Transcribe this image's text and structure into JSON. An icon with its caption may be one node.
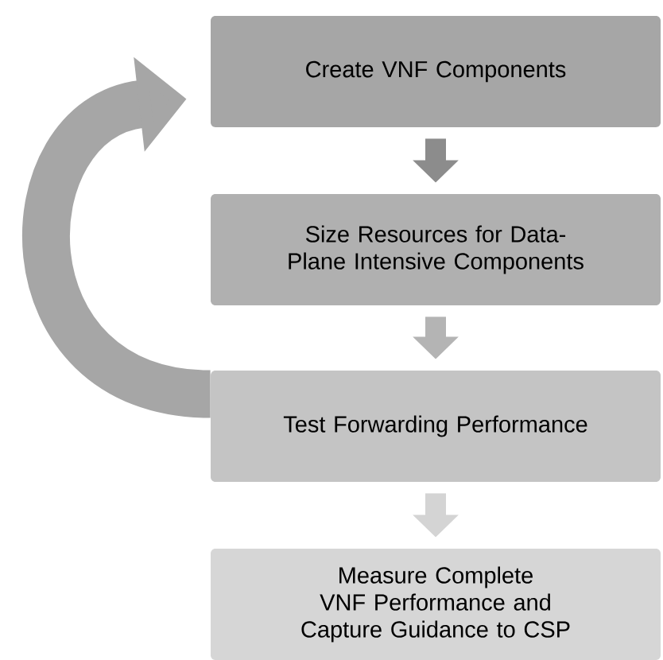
{
  "diagram": {
    "nodes": [
      {
        "text": [
          "Create VNF Components"
        ]
      },
      {
        "text": [
          "Size Resources for Data-Plane Intensive Components"
        ]
      },
      {
        "text": [
          "Test Forwarding Performance"
        ]
      },
      {
        "text": [
          "Measure Complete VNF Performance and Capture Guidance to CSP"
        ]
      }
    ],
    "edges": [
      {
        "from": 0,
        "to": 1,
        "arrow": "to",
        "color": "#8c8c8c"
      },
      {
        "from": 1,
        "to": 2,
        "arrow": "to",
        "color": "#b4b4b4"
      },
      {
        "from": 2,
        "to": 3,
        "arrow": "to",
        "color": "#d4d4d4"
      },
      {
        "from": 2,
        "to": 0,
        "arrow": "to",
        "style": "thick",
        "color": "#a6a6a6"
      }
    ]
  }
}
